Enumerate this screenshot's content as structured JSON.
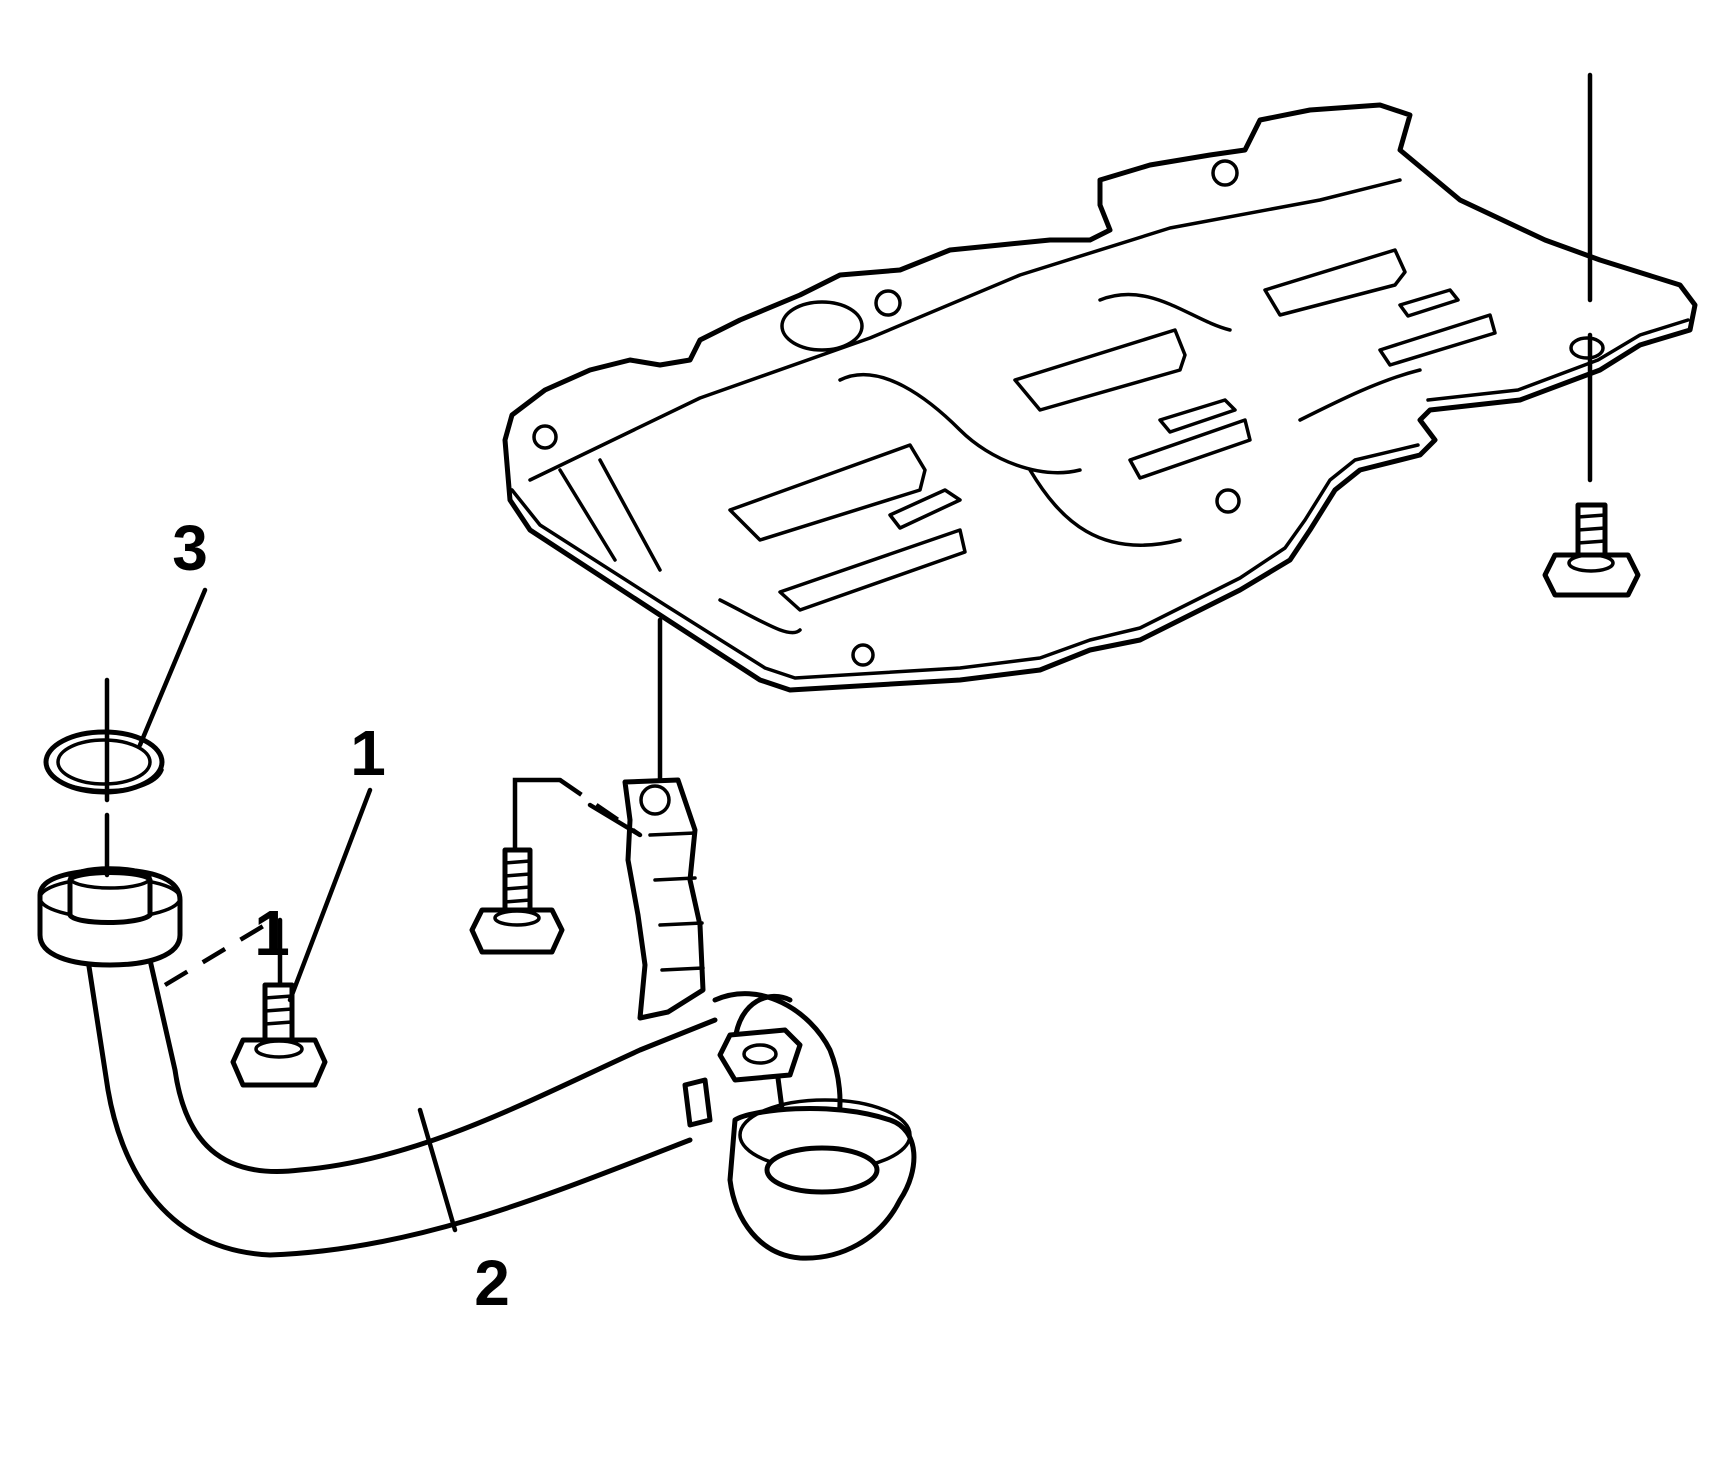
{
  "callouts": {
    "bolt": "1",
    "bolt_second": "1",
    "oil_pump_pipe": "2",
    "seal_ring": "3"
  },
  "colors": {
    "line": "#000000",
    "background": "#ffffff"
  }
}
